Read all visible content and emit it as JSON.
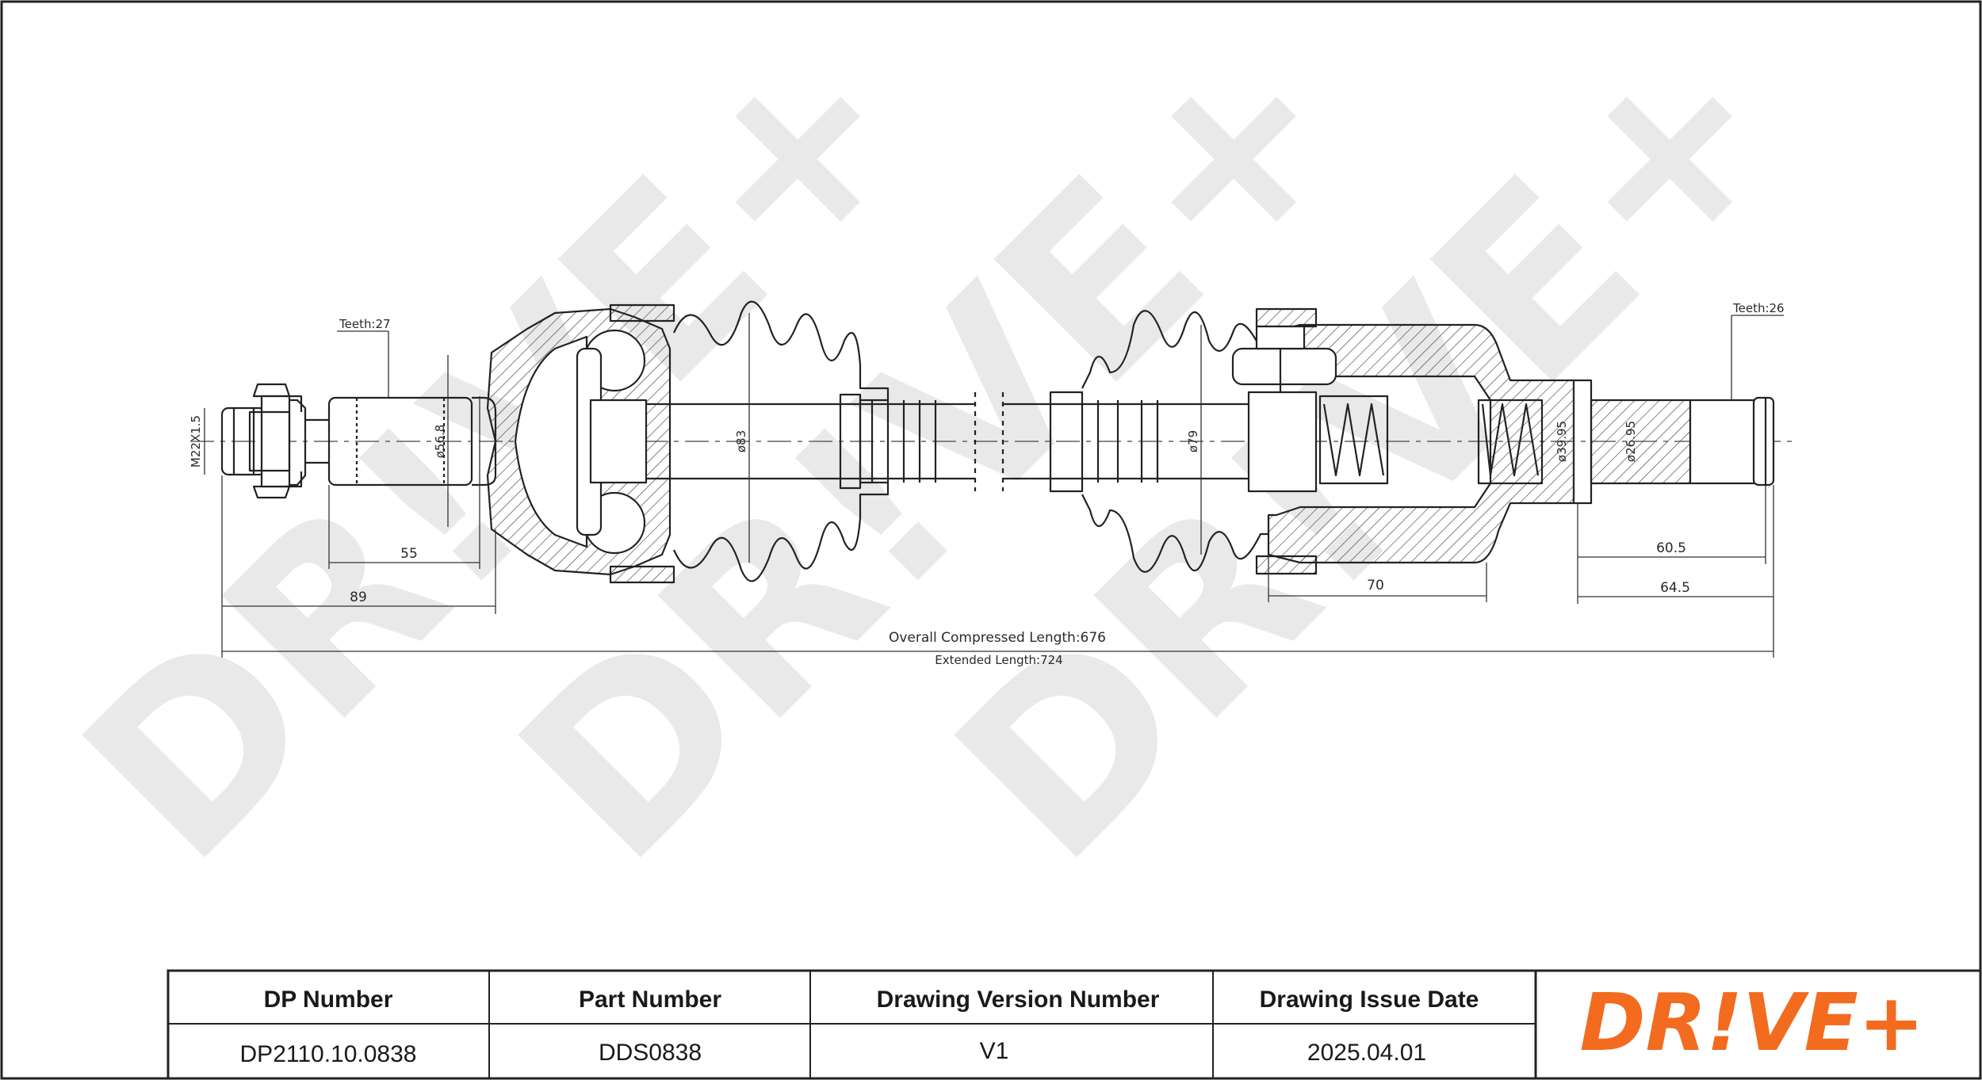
{
  "drawing": {
    "teeth_left": "Teeth:27",
    "teeth_right": "Teeth:26",
    "thread": "M22X1.5",
    "dia_56_8": "ø56.8",
    "dia_83": "ø83",
    "dia_79": "ø79",
    "dia_39_95": "ø39.95",
    "dia_26_95": "ø26.95",
    "dim_55": "55",
    "dim_89": "89",
    "dim_70": "70",
    "dim_60_5": "60.5",
    "dim_64_5": "64.5",
    "overall_length": "Overall  Compressed  Length:676",
    "extended_length": "Extended  Length:724"
  },
  "title_block": {
    "headers": [
      "DP Number",
      "Part Number",
      "Drawing Version Number",
      "Drawing Issue Date"
    ],
    "values": [
      "DP2110.10.0838",
      "DDS0838",
      "V1",
      "2025.04.01"
    ],
    "logo_text": "DR!VE+",
    "logo_color": "#F26B1F"
  },
  "watermark_text": "DR!VE+"
}
